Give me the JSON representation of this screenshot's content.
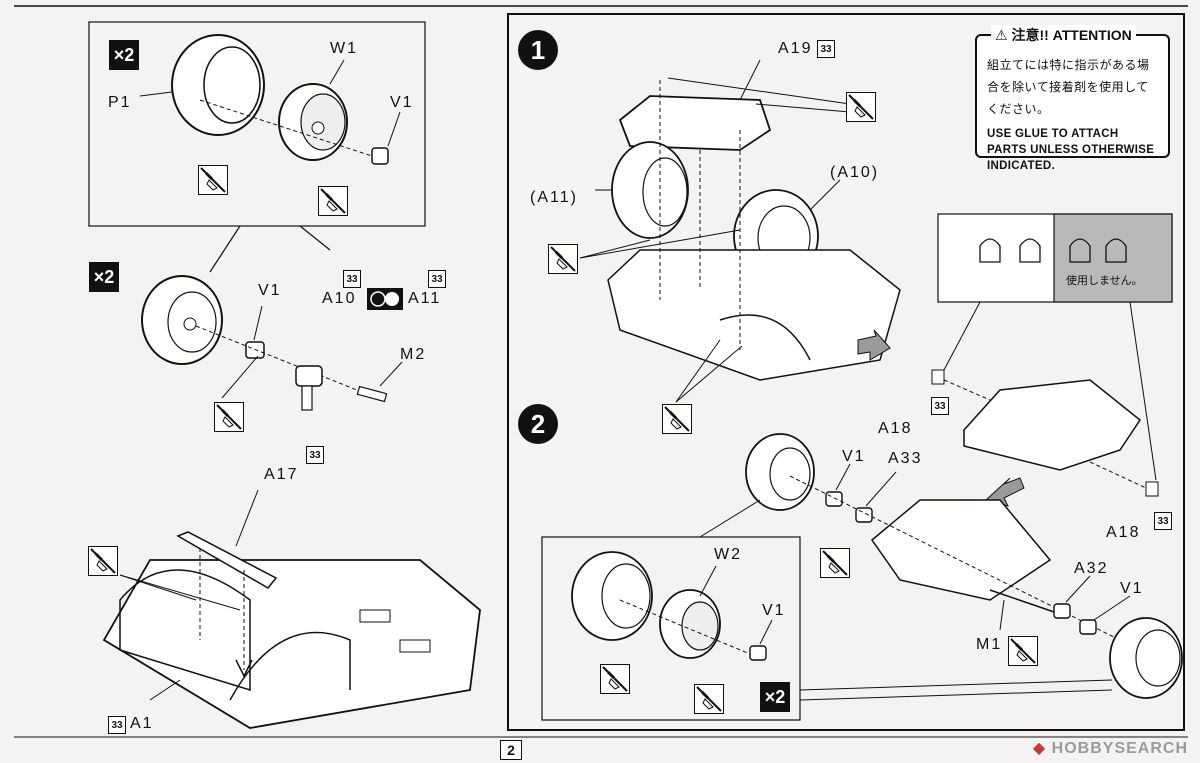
{
  "labels": {
    "p1": "P1",
    "w1": "W1",
    "v1_top": "V1",
    "v1_mid": "V1",
    "a10": "A10",
    "a11": "A11",
    "m2": "M2",
    "a17": "A17",
    "a1": "A1",
    "a19": "A19",
    "a11_paren": "(A11)",
    "a10_paren": "(A10)",
    "a18_left": "A18",
    "a18_right": "A18",
    "v1_step2": "V1",
    "a33": "A33",
    "w2": "W2",
    "v1_box2": "V1",
    "a32": "A32",
    "v1_right": "V1",
    "m1": "M1"
  },
  "badges": {
    "x2": "×2",
    "part_code": "33"
  },
  "steps": [
    "1",
    "2"
  ],
  "attention": {
    "title": "注意!! ATTENTION",
    "jp": "組立てには特に指示がある場合を除いて接着剤を使用してください。",
    "en": "USE GLUE TO ATTACH PARTS UNLESS OTHERWISE INDICATED."
  },
  "unused_note": "使用しません。",
  "page_number": "2",
  "watermark": {
    "hobby": "HOBBY",
    "search": "SEARCH"
  },
  "colors": {
    "ink": "#111111",
    "paper": "#f4f3f1",
    "gray_panel": "#b9b9b9",
    "arrow_gray": "#9a9a9a"
  }
}
